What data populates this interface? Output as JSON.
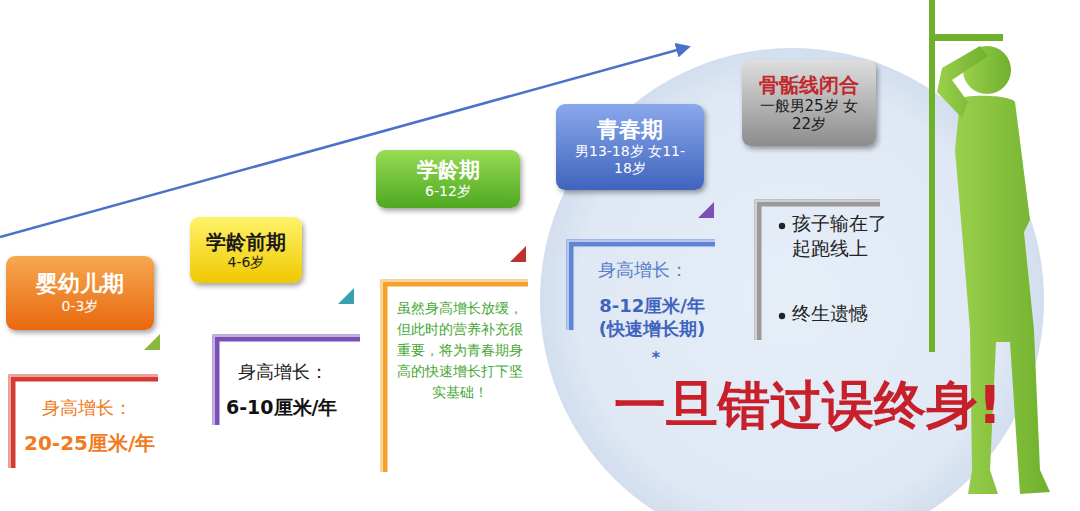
{
  "diagram": {
    "nodes": [
      {
        "text": [
          "婴幼儿期",
          "0-3岁"
        ]
      },
      {
        "text": [
          "学龄前期",
          "4-6岁"
        ]
      },
      {
        "text": [
          "学龄期",
          "6-12岁"
        ]
      },
      {
        "text": [
          "青春期",
          "男13-18岁 女11-18岁"
        ]
      },
      {
        "text": [
          "骨骺线闭合",
          "一般男25岁 女22岁"
        ]
      }
    ],
    "labels": [
      "身高增长：",
      "20-25厘米/年",
      "身高增长：",
      "6-10厘米/年",
      "虽然身高增长放缓，但此时的营养补充很重要，将为青春期身高的快速增长打下坚实基础！",
      "身高增长：",
      "8-12厘米/年 (快速增长期)",
      "*",
      "孩子输在了起跑线上",
      "终生遗憾",
      "一旦错过误终身!"
    ]
  }
}
